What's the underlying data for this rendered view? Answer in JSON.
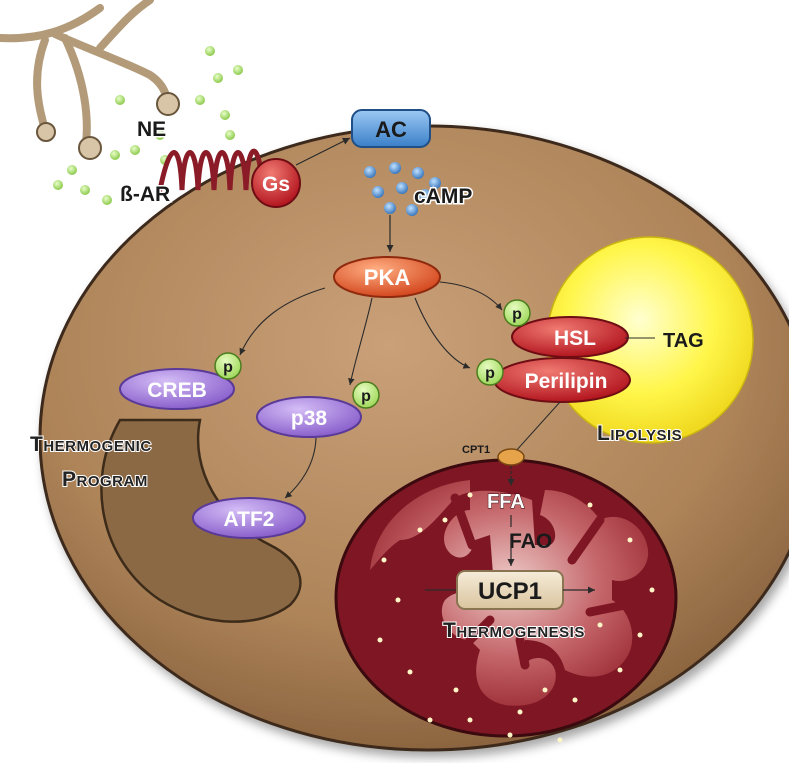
{
  "labels": {
    "ne": "NE",
    "b_ar": "ß-AR",
    "gs": "Gs",
    "ac": "AC",
    "camp": "cAMP",
    "pka": "PKA",
    "p": "p",
    "hsl": "HSL",
    "tag": "TAG",
    "perilipin": "Perilipin",
    "lipolysis": "Lipolysis",
    "creb": "CREB",
    "p38": "p38",
    "atf2": "ATF2",
    "thermogenic_program_line1": "Thermogenic",
    "thermogenic_program_line2": "Program",
    "cpt1": "CPT1",
    "ffa": "FFA",
    "fao": "FAO",
    "ucp1": "UCP1",
    "thermogenesis": "Thermogenesis"
  },
  "colors": {
    "cell": "#b2875d",
    "nucleus": "#8a6a48",
    "lipid_droplet": "#fff53d",
    "mitochondrion": "#8e1f2b",
    "receptor": "#7e1a24",
    "ne_dots": "#a6d86c",
    "camp_dots": "#4c86c6",
    "ac_box": "#4d8fd6",
    "pka": "#d9532c",
    "purple_nodes": "#9c72d6",
    "red_nodes": "#c8282e",
    "phospho": "#b7ea7a",
    "ucp1_box": "#e8d9bf"
  }
}
